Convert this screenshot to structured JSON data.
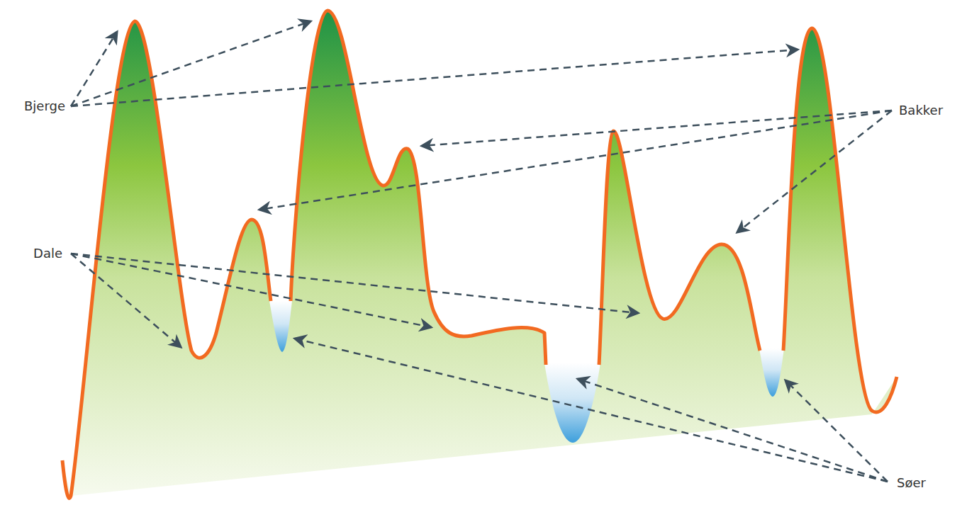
{
  "diagram": {
    "labels": [
      "Bjerge",
      "Bakker",
      "Dale",
      "Søer"
    ]
  }
}
